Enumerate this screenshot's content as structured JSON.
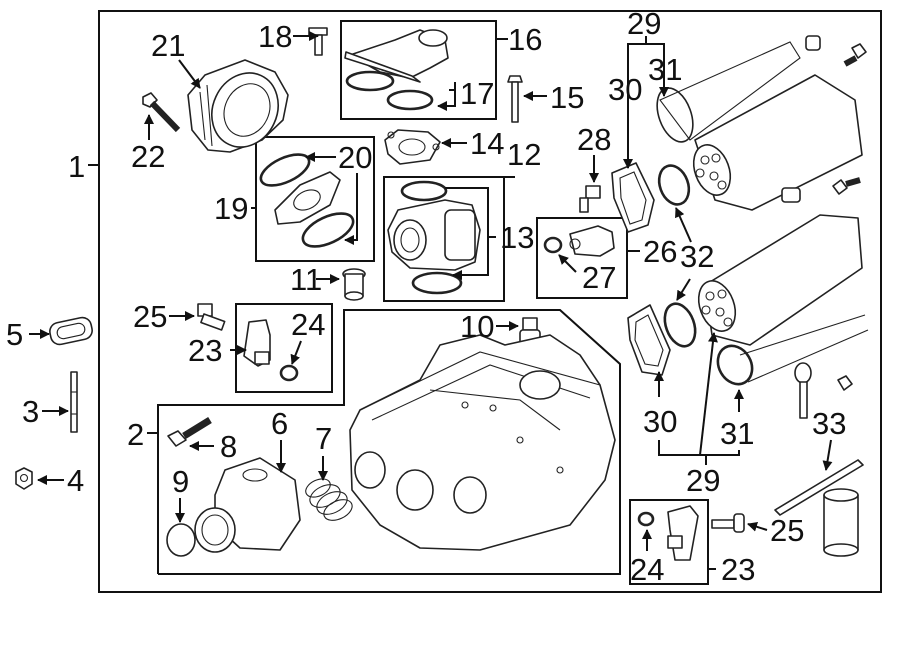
{
  "diagram": {
    "callouts": {
      "c1": "1",
      "c2": "2",
      "c3": "3",
      "c4": "4",
      "c5": "5",
      "c6": "6",
      "c7": "7",
      "c8": "8",
      "c9": "9",
      "c10": "10",
      "c11": "11",
      "c12": "12",
      "c13": "13",
      "c14": "14",
      "c15": "15",
      "c16": "16",
      "c17": "17",
      "c18": "18",
      "c19": "19",
      "c20": "20",
      "c21": "21",
      "c22": "22",
      "c23a": "23",
      "c23b": "23",
      "c24a": "24",
      "c24b": "24",
      "c25a": "25",
      "c25b": "25",
      "c26": "26",
      "c27": "27",
      "c28": "28",
      "c29a": "29",
      "c29b": "29",
      "c30a": "30",
      "c30b": "30",
      "c31a": "31",
      "c31b": "31",
      "c32a": "32",
      "c32b": "32",
      "c33": "33"
    }
  }
}
